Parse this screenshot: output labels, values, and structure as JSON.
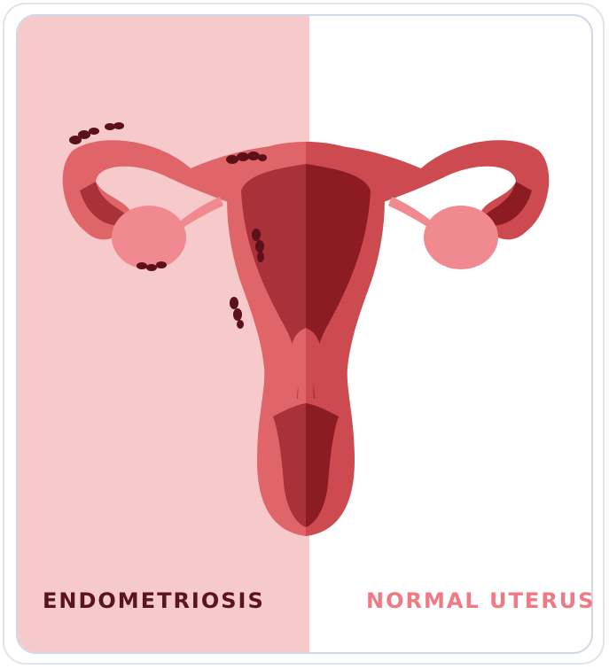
{
  "labels": {
    "left": "ENDOMETRIOSIS",
    "right": "NORMAL UTERUS"
  },
  "colors": {
    "left_background": "#f6c9cb",
    "right_background": "#ffffff",
    "left_label": "#5a1420",
    "right_label": "#ef7a86",
    "uterus_outer_left": "#e06569",
    "uterus_outer_right": "#cc4a50",
    "uterus_inner_left": "#a83238",
    "uterus_inner_right": "#8c1b22",
    "ovary": "#f08a90",
    "lesion": "#5c1018"
  },
  "icons": [
    "uterus-illustration",
    "endometriosis-lesion-icon"
  ]
}
